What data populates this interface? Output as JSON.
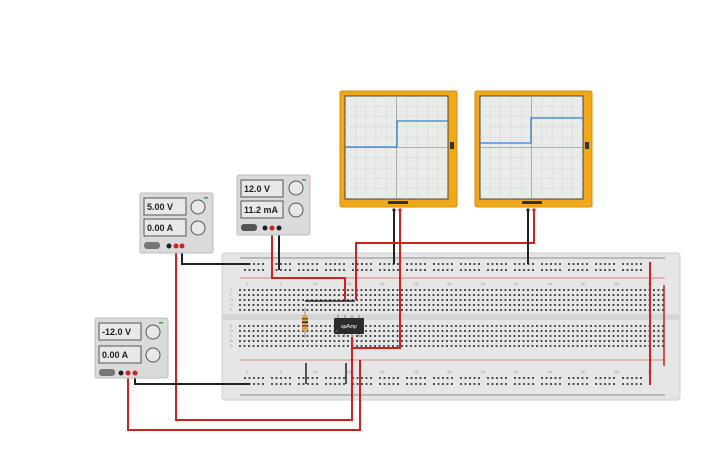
{
  "psu_1": {
    "voltage": "5.00 V",
    "current": "0.00 A"
  },
  "psu_2": {
    "voltage": "12.0 V",
    "current": "11.2 mA"
  },
  "psu_3": {
    "voltage": "-12.0 V",
    "current": "0.00 A"
  },
  "chip": {
    "label": "opAmp"
  },
  "breadboard": {
    "column_numbers": [
      "1",
      "5",
      "10",
      "15",
      "20",
      "25",
      "30",
      "35",
      "40",
      "45",
      "50",
      "55",
      "60"
    ],
    "row_letters_top": [
      "J",
      "I",
      "H",
      "G",
      "F"
    ],
    "row_letters_bottom": [
      "E",
      "D",
      "C",
      "B",
      "A"
    ]
  },
  "colors": {
    "wire_red": "#cc2222",
    "wire_black": "#222222",
    "scope_frame": "#f0a818",
    "scope_screen": "#e8ece8",
    "trace": "#3b7fd0",
    "psu_body": "#d8d8d8",
    "breadboard": "#e4e4e4"
  }
}
